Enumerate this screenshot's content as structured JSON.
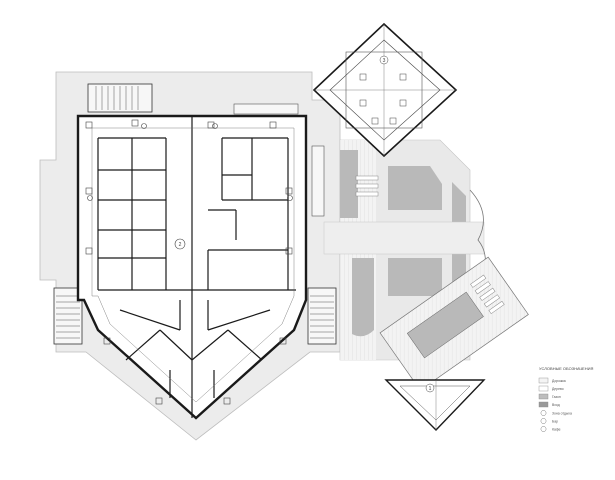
{
  "legend": {
    "title": "УСЛОВНЫЕ ОБОЗНАЧЕНИЯ",
    "items": [
      {
        "label": "Дорожка",
        "fill": "#f4f4f4"
      },
      {
        "label": "Дерево",
        "fill": "#ffffff"
      },
      {
        "label": "Газон",
        "fill": "#bdbdbd"
      },
      {
        "label": "Вход",
        "fill": "#999999"
      },
      {
        "label": "Зона отдыха",
        "symbol": "circle"
      },
      {
        "label": "Бар",
        "symbol": "circle"
      },
      {
        "label": "Кафе",
        "symbol": "circle"
      }
    ]
  },
  "markers": {
    "main": "2",
    "pavilion_top": "3",
    "pavilion_bottom": "1"
  },
  "colors": {
    "wall": "#1a1a1a",
    "paving": "#e6e6e6",
    "lawn": "#b9b9b9",
    "deck": "#f2f2f2"
  }
}
